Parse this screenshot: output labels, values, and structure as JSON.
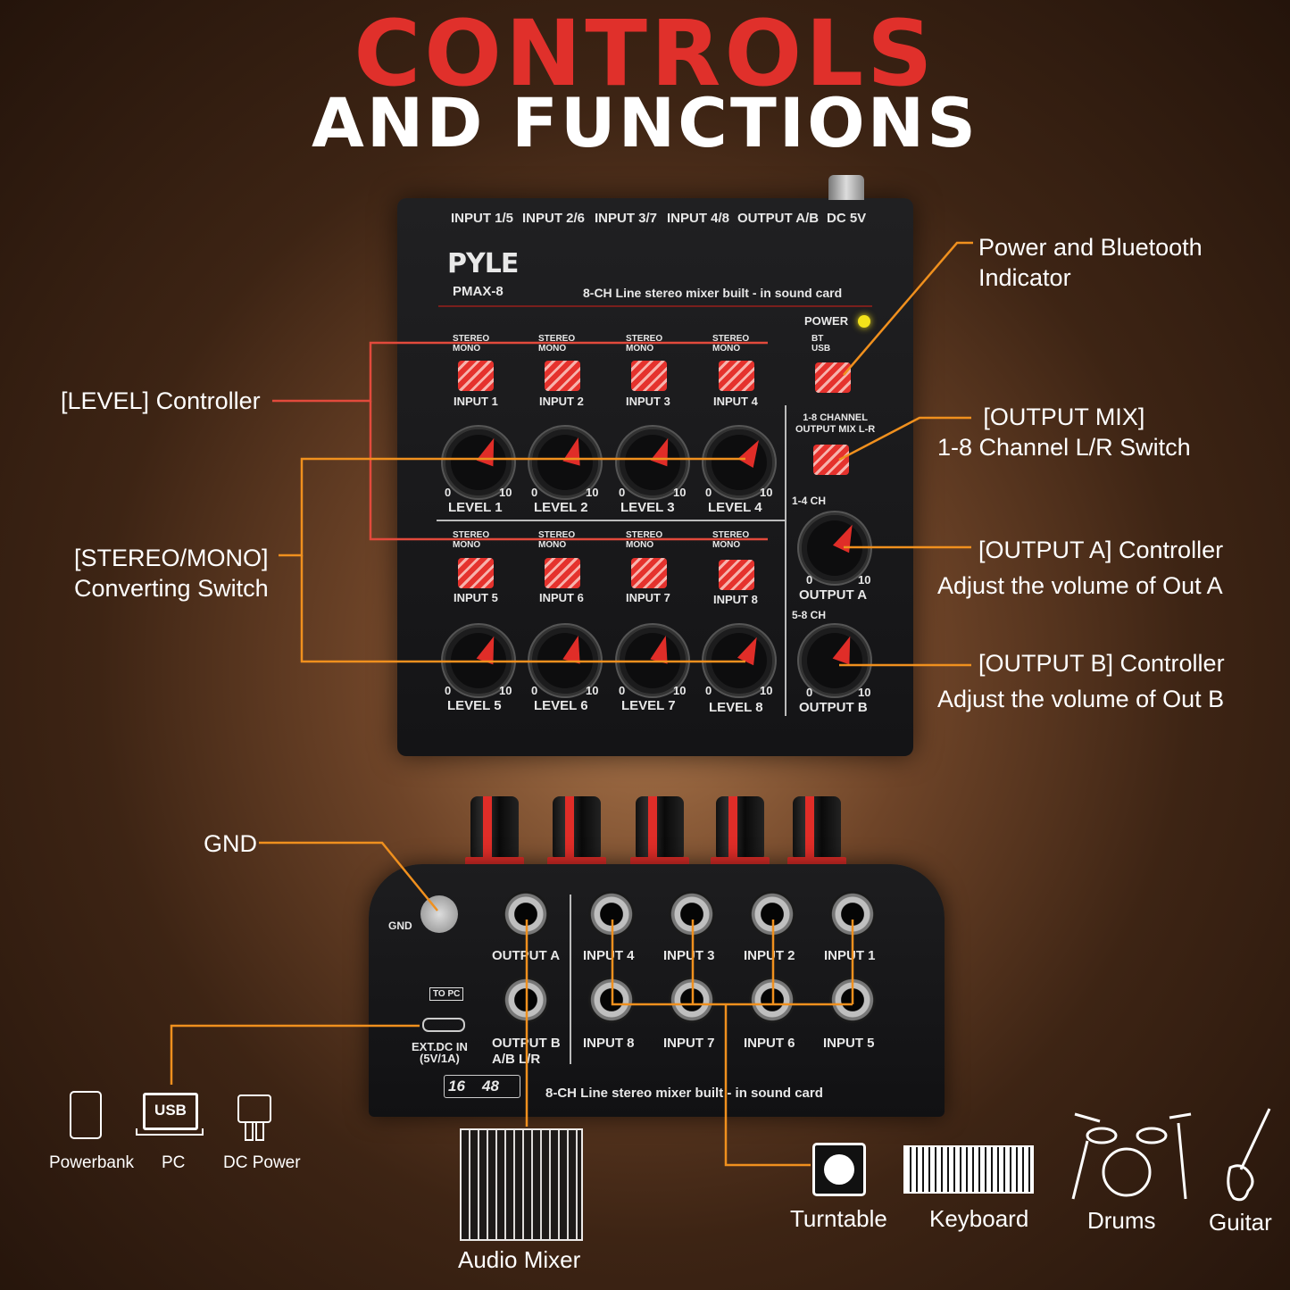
{
  "heading": {
    "line1": "CONTROLS",
    "line2": "AND FUNCTIONS"
  },
  "callouts": {
    "level": "[LEVEL] Controller",
    "stereo_mono_1": "[STEREO/MONO]",
    "stereo_mono_2": "Converting Switch",
    "power_bt_1": "Power and Bluetooth",
    "power_bt_2": "Indicator",
    "output_mix_1": "[OUTPUT MIX]",
    "output_mix_2": "1-8 Channel L/R Switch",
    "output_a_1": "[OUTPUT A] Controller",
    "output_a_2": "Adjust the volume of Out A",
    "output_b_1": "[OUTPUT B] Controller",
    "output_b_2": "Adjust the volume of Out B",
    "gnd": "GND"
  },
  "panel": {
    "top_ports": [
      "INPUT 1/5",
      "INPUT 2/6",
      "INPUT 3/7",
      "INPUT 4/8",
      "OUTPUT A/B",
      "DC 5V"
    ],
    "brand": "PYLE",
    "model": "PMAX-8",
    "description": "8-CH Line stereo mixer built - in sound card",
    "power_label": "POWER",
    "stereo": "STEREO",
    "mono": "MONO",
    "bt": "BT",
    "usb": "USB",
    "inputs_top": [
      "INPUT 1",
      "INPUT 2",
      "INPUT 3",
      "INPUT 4"
    ],
    "inputs_bottom": [
      "INPUT 5",
      "INPUT 6",
      "INPUT 7",
      "INPUT 8"
    ],
    "levels_top": [
      "LEVEL 1",
      "LEVEL 2",
      "LEVEL 3",
      "LEVEL 4"
    ],
    "levels_bottom": [
      "LEVEL 5",
      "LEVEL 6",
      "LEVEL 7",
      "LEVEL 8"
    ],
    "scale_min": "0",
    "scale_max": "10",
    "mix_label_1": "1-8  CHANNEL",
    "mix_label_2": "OUTPUT MIX L-R",
    "ch_a": "1-4 CH",
    "ch_b": "5-8 CH",
    "out_a": "OUTPUT A",
    "out_b": "OUTPUT B"
  },
  "back_panel": {
    "gnd": "GND",
    "to_pc": "TO PC",
    "ext_dc_1": "EXT.DC IN",
    "ext_dc_2": "(5V/1A)",
    "out_a": "OUTPUT A",
    "out_b": "OUTPUT B",
    "ab_lr": "A/B   L/R",
    "jacks_top": [
      "INPUT 4",
      "INPUT 3",
      "INPUT 2",
      "INPUT 1"
    ],
    "jacks_bottom": [
      "INPUT 8",
      "INPUT 7",
      "INPUT 6",
      "INPUT 5"
    ],
    "badge_bits": "16",
    "badge_rate": "48",
    "description": "8-CH Line stereo mixer built - in sound card"
  },
  "power_sources": [
    "Powerbank",
    "PC",
    "DC Power"
  ],
  "usb_icon_text": "USB",
  "devices": [
    "Audio Mixer",
    "Turntable",
    "Keyboard",
    "Drums",
    "Guitar"
  ],
  "colors": {
    "accent_red": "#e0302b",
    "line_orange": "#f0901e",
    "line_red": "#e24a3c"
  }
}
